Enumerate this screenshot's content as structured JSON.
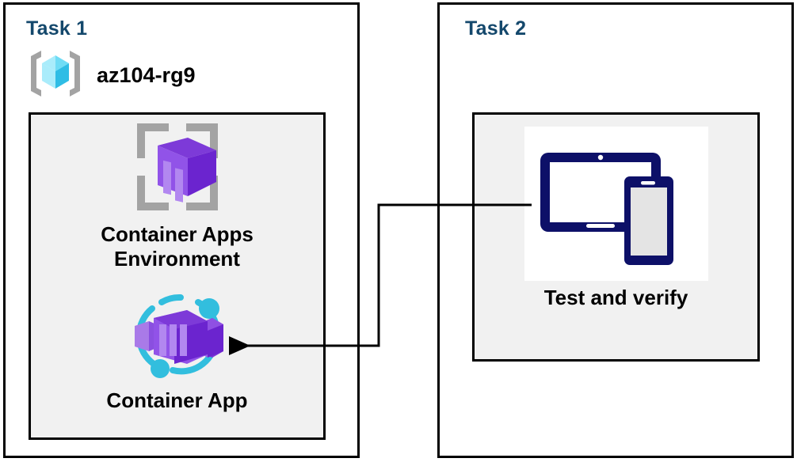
{
  "diagram": {
    "title_color": "#14486c",
    "panel_border_color": "#000000",
    "group_fill_color": "#f1f1f1",
    "connector_color": "#000000",
    "panels": [
      {
        "id": "task1",
        "title": "Task 1",
        "resource_group": {
          "label": "az104-rg9",
          "icon": "azure-resource-group-icon"
        },
        "nodes": [
          {
            "id": "container-apps-environment",
            "label": "Container Apps\nEnvironment",
            "icon": "container-apps-environment-icon"
          },
          {
            "id": "container-app",
            "label": "Container App",
            "icon": "container-app-icon"
          }
        ]
      },
      {
        "id": "task2",
        "title": "Task 2",
        "nodes": [
          {
            "id": "test-and-verify",
            "label": "Test and verify",
            "icon": "devices-tablet-phone-icon"
          }
        ]
      }
    ],
    "connectors": [
      {
        "id": "test-to-container-app",
        "from": "test-and-verify",
        "to": "container-app",
        "arrow_at": "container-app"
      }
    ],
    "icon_colors": {
      "resource_group_bracket": "#a3a3a3",
      "resource_group_cube_light": "#9fe8fb",
      "resource_group_cube_mid": "#4fd3f2",
      "resource_group_cube_dark": "#2bb9e0",
      "container_purple_light": "#a97ae8",
      "container_purple_mid": "#8a4fe0",
      "container_purple_dark": "#6b24cf",
      "container_env_bracket": "#a3a3a3",
      "container_app_ring": "#32bede",
      "device_navy": "#0d1068",
      "device_screen_gray": "#e4e4e4"
    }
  }
}
